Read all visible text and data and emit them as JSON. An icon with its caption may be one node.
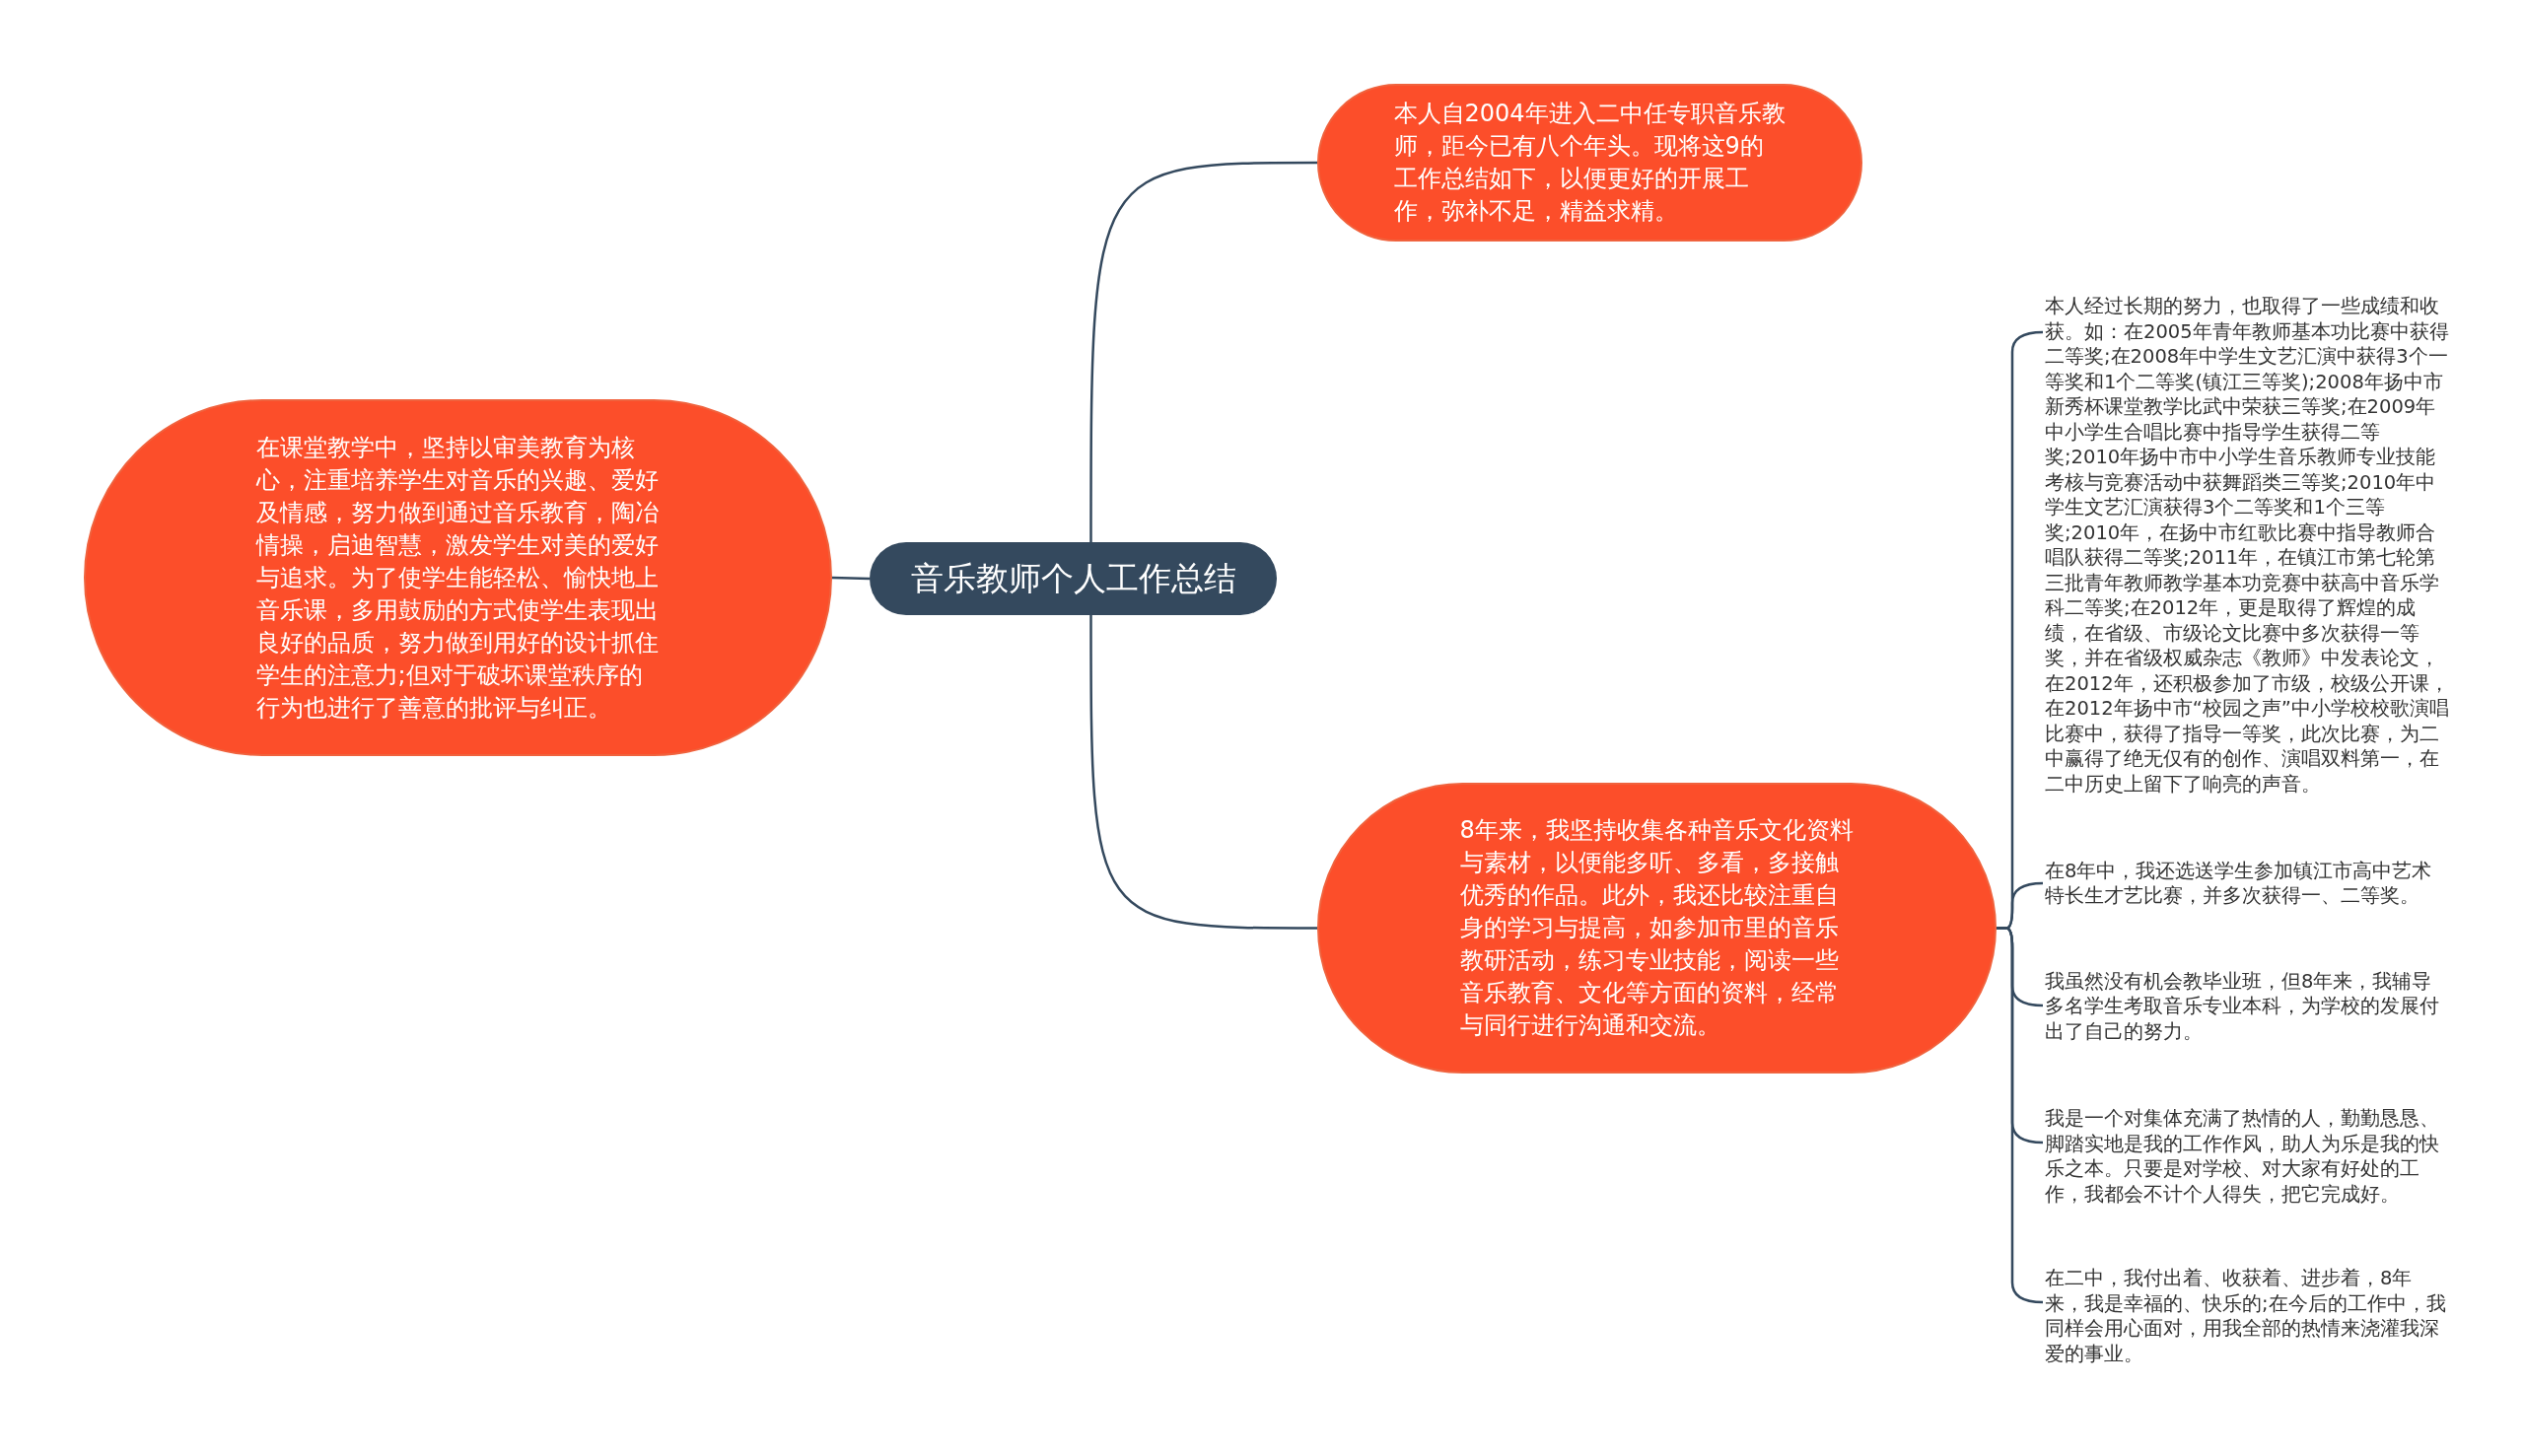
{
  "diagram": {
    "nodes": [
      {
        "text": [
          "音乐教师个人工作总结"
        ]
      },
      {
        "text": [
          "本人自2004年进入二中任专职音乐教师，距今已有八个年头。现将这9的工作总结如下，以便更好的开展工作，弥补不足，精益求精。"
        ]
      },
      {
        "text": [
          "在课堂教学中，坚持以审美教育为核心，注重培养学生对音乐的兴趣、爱好及情感，努力做到通过音乐教育，陶冶情操，启迪智慧，激发学生对美的爱好与追求。为了使学生能轻松、愉快地上音乐课，多用鼓励的方式使学生表现出良好的品质，努力做到用好的设计抓住学生的注意力;但对于破坏课堂秩序的行为也进行了善意的批评与纠正。"
        ]
      },
      {
        "text": [
          "8年来，我坚持收集各种音乐文化资料与素材，以便能多听、多看，多接触优秀的作品。此外，我还比较注重自身的学习与提高，如参加市里的音乐教研活动，练习专业技能，阅读一些音乐教育、文化等方面的资料，经常与同行进行沟通和交流。"
        ]
      },
      {
        "text": [
          "本人经过长期的努力，也取得了一些成绩和收获。如：在2005年青年教师基本功比赛中获得二等奖;在2008年中学生文艺汇演中获得3个一等奖和1个二等奖(镇江三等奖);2008年扬中市新秀杯课堂教学比武中荣获三等奖;在2009年中小学生合唱比赛中指导学生获得二等奖;2010年扬中市中小学生音乐教师专业技能考核与竞赛活动中获舞蹈类三等奖;2010年中学生文艺汇演获得3个二等奖和1个三等奖;2010年，在扬中市红歌比赛中指导教师合唱队获得二等奖;2011年，在镇江市第七轮第三批青年教师教学基本功竞赛中获高中音乐学科二等奖;在2012年，更是取得了辉煌的成绩，在省级、市级论文比赛中多次获得一等奖，并在省级权威杂志《教师》中发表论文，在2012年，还积极参加了市级，校级公开课，在2012年扬中市“校园之声”中小学校校歌演唱比赛中，获得了指导一等奖，此次比赛，为二中赢得了绝无仅有的创作、演唱双料第一，在二中历史上留下了响亮的声音。"
        ]
      },
      {
        "text": [
          "在8年中，我还选送学生参加镇江市高中艺术特长生才艺比赛，并多次获得一、二等奖。"
        ]
      },
      {
        "text": [
          "我虽然没有机会教毕业班，但8年来，我辅导多名学生考取音乐专业本科，为学校的发展付出了自己的努力。"
        ]
      },
      {
        "text": [
          "我是一个对集体充满了热情的人，勤勤恳恳、脚踏实地是我的工作作风，助人为乐是我的快乐之本。只要是对学校、对大家有好处的工作，我都会不计个人得失，把它完成好。"
        ]
      },
      {
        "text": [
          "在二中，我付出着、收获着、进步着，8年来，我是幸福的、快乐的;在今后的工作中，我同样会用心面对，用我全部的热情来浇灌我深爱的事业。"
        ]
      }
    ],
    "edges": [
      {
        "from": 0,
        "to": 1,
        "arrow": "none"
      },
      {
        "from": 0,
        "to": 2,
        "arrow": "none"
      },
      {
        "from": 0,
        "to": 3,
        "arrow": "none"
      },
      {
        "from": 3,
        "to": 4,
        "arrow": "none"
      },
      {
        "from": 3,
        "to": 5,
        "arrow": "none"
      },
      {
        "from": 3,
        "to": 6,
        "arrow": "none"
      },
      {
        "from": 3,
        "to": 7,
        "arrow": "none"
      },
      {
        "from": 3,
        "to": 8,
        "arrow": "none"
      }
    ]
  }
}
